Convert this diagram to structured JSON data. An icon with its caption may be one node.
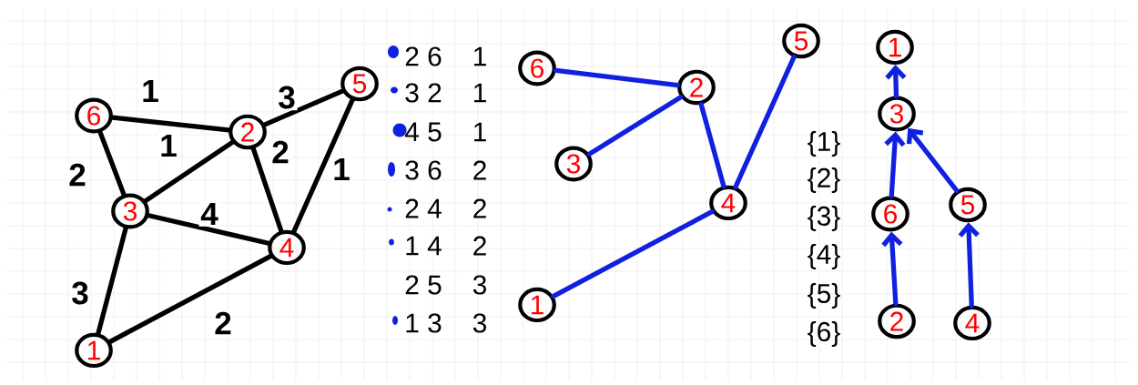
{
  "diagram": {
    "nodes": [
      {
        "text": [
          "5"
        ]
      },
      {
        "text": [
          "6"
        ]
      },
      {
        "text": [
          "2"
        ]
      },
      {
        "text": [
          "3"
        ]
      },
      {
        "text": [
          "4"
        ]
      },
      {
        "text": [
          "1"
        ]
      },
      {
        "text": [
          "5"
        ]
      },
      {
        "text": [
          "6"
        ]
      },
      {
        "text": [
          "2"
        ]
      },
      {
        "text": [
          "3"
        ]
      },
      {
        "text": [
          "4"
        ]
      },
      {
        "text": [
          "1"
        ]
      },
      {
        "text": [
          "1"
        ]
      },
      {
        "text": [
          "3"
        ]
      },
      {
        "text": [
          "6"
        ]
      },
      {
        "text": [
          "5"
        ]
      },
      {
        "text": [
          "2"
        ]
      },
      {
        "text": [
          "4"
        ]
      }
    ],
    "edges": [
      {
        "from": 1,
        "to": 2,
        "arrow": "none",
        "label": "1",
        "color": "#000000"
      },
      {
        "from": 2,
        "to": 0,
        "arrow": "none",
        "label": "3",
        "color": "#000000"
      },
      {
        "from": 3,
        "to": 2,
        "arrow": "none",
        "label": "1",
        "color": "#000000"
      },
      {
        "from": 1,
        "to": 3,
        "arrow": "none",
        "label": "2",
        "color": "#000000"
      },
      {
        "from": 2,
        "to": 4,
        "arrow": "none",
        "label": "2",
        "color": "#000000"
      },
      {
        "from": 4,
        "to": 0,
        "arrow": "none",
        "label": "1",
        "color": "#000000"
      },
      {
        "from": 3,
        "to": 4,
        "arrow": "none",
        "label": "4",
        "color": "#000000"
      },
      {
        "from": 5,
        "to": 3,
        "arrow": "none",
        "label": "3",
        "color": "#000000"
      },
      {
        "from": 5,
        "to": 4,
        "arrow": "none",
        "label": "2",
        "color": "#000000"
      },
      {
        "from": 7,
        "to": 8,
        "arrow": "none"
      },
      {
        "from": 9,
        "to": 8,
        "arrow": "none"
      },
      {
        "from": 8,
        "to": 10,
        "arrow": "none"
      },
      {
        "from": 6,
        "to": 10,
        "arrow": "none"
      },
      {
        "from": 11,
        "to": 10,
        "arrow": "none"
      },
      {
        "from": 13,
        "to": 12,
        "arrow": "to"
      },
      {
        "from": 14,
        "to": 13,
        "arrow": "to"
      },
      {
        "from": 15,
        "to": 13,
        "arrow": "to"
      },
      {
        "from": 16,
        "to": 14,
        "arrow": "to"
      },
      {
        "from": 17,
        "to": 15,
        "arrow": "to"
      }
    ],
    "labels": [
      "2 6",
      "1",
      "3 2",
      "1",
      "4 5",
      "1",
      "3 6",
      "2",
      "2 4",
      "2",
      "1 4",
      "2",
      "2 5",
      "3",
      "1 3",
      "3",
      "{1}",
      "{2}",
      "{3}",
      "{4}",
      "{5}",
      "{6}"
    ]
  }
}
